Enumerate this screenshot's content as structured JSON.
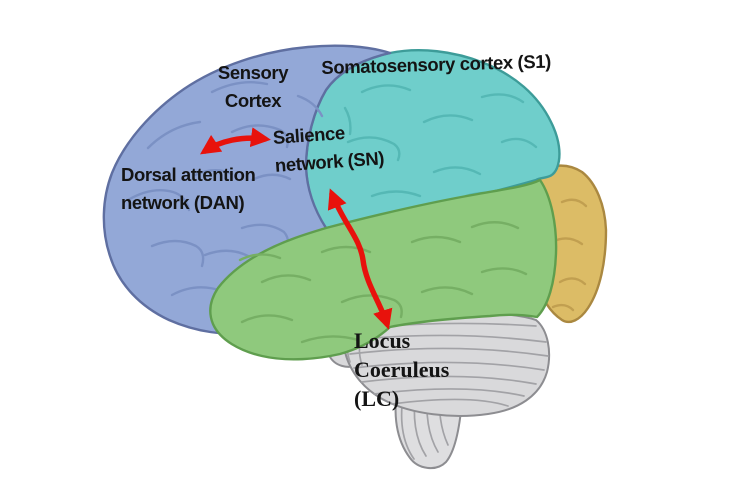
{
  "figure": {
    "background_color": "#ffffff",
    "text_color": "#141414",
    "arrow_color": "#e8120c",
    "labels": {
      "sensory_cortex": {
        "line1": "Sensory",
        "line2": "Cortex"
      },
      "somatosensory": {
        "text": "Somatosensory cortex (S1)"
      },
      "salience": {
        "line1": "Salience",
        "line2": "network (SN)"
      },
      "dan": {
        "line1": "Dorsal attention",
        "line2": "network (DAN)"
      },
      "locus_coeruleus": {
        "line1": "Locus",
        "line2": "Coeruleus",
        "line3": "(LC)"
      }
    },
    "regions": [
      {
        "id": "frontal-lobe",
        "color": "#93a8d7"
      },
      {
        "id": "parietal-lobe",
        "color": "#6fcecb"
      },
      {
        "id": "temporal-lobe",
        "color": "#8fc97d"
      },
      {
        "id": "occipital-lobe",
        "color": "#dcbc66"
      },
      {
        "id": "cerebellum",
        "color": "#d9d9db"
      },
      {
        "id": "brainstem",
        "color": "#dedee0"
      }
    ],
    "arrows": [
      {
        "id": "dan-sn",
        "between": [
          "Dorsal attention network (DAN)",
          "Salience network (SN)"
        ],
        "bidirectional": true,
        "color": "#e8120c"
      },
      {
        "id": "sn-lc",
        "between": [
          "Salience network (SN)",
          "Locus Coeruleus (LC)"
        ],
        "bidirectional": true,
        "color": "#e8120c"
      }
    ]
  }
}
